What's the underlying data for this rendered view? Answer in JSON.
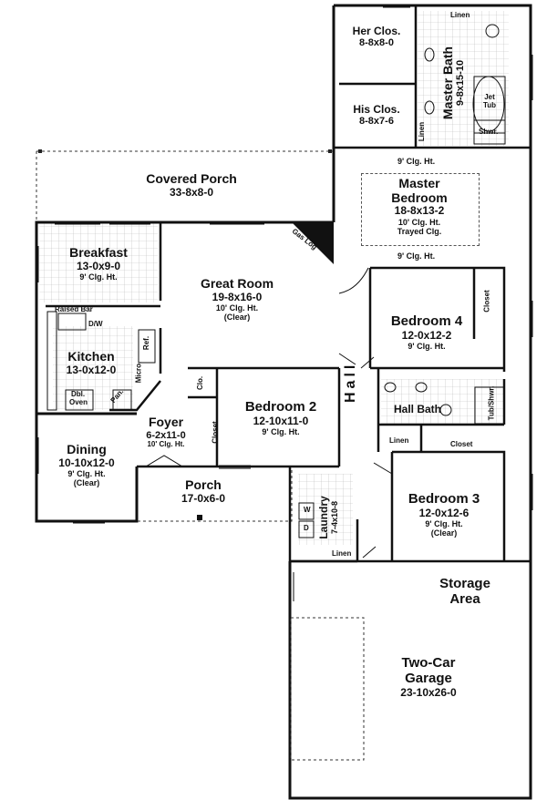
{
  "rooms": {
    "covered_porch": {
      "name": "Covered Porch",
      "dims": "33-8x8-0"
    },
    "breakfast": {
      "name": "Breakfast",
      "dims": "13-0x9-0",
      "note": "9' Clg. Ht."
    },
    "great_room": {
      "name": "Great Room",
      "dims": "19-8x16-0",
      "note": "10' Clg. Ht.",
      "note2": "(Clear)"
    },
    "master_bedroom": {
      "name1": "Master",
      "name2": "Bedroom",
      "dims": "18-8x13-2",
      "note": "10' Clg. Ht.",
      "note2": "Trayed Clg."
    },
    "her_closet": {
      "name": "Her Clos.",
      "dims": "8-8x8-0"
    },
    "his_closet": {
      "name": "His Clos.",
      "dims": "8-8x7-6"
    },
    "master_bath": {
      "name": "Master Bath",
      "dims": "9-8x15-10"
    },
    "kitchen": {
      "name": "Kitchen",
      "dims": "13-0x12-0"
    },
    "bedroom4": {
      "name": "Bedroom 4",
      "dims": "12-0x12-2",
      "note": "9' Clg. Ht."
    },
    "bedroom2": {
      "name": "Bedroom 2",
      "dims": "12-10x11-0",
      "note": "9' Clg. Ht."
    },
    "foyer": {
      "name": "Foyer",
      "dims": "6-2x11-0",
      "note": "10' Clg. Ht."
    },
    "dining": {
      "name": "Dining",
      "dims": "10-10x12-0",
      "note": "9' Clg. Ht.",
      "note2": "(Clear)"
    },
    "porch": {
      "name": "Porch",
      "dims": "17-0x6-0"
    },
    "hall_bath": {
      "name": "Hall Bath"
    },
    "bedroom3": {
      "name": "Bedroom 3",
      "dims": "12-0x12-6",
      "note": "9' Clg. Ht.",
      "note2": "(Clear)"
    },
    "laundry": {
      "name": "Laundry",
      "dims": "7-4x10-8"
    },
    "storage": {
      "name1": "Storage",
      "name2": "Area"
    },
    "garage": {
      "name1": "Two-Car",
      "name2": "Garage",
      "dims": "23-10x26-0"
    },
    "hall": {
      "name": "Hall"
    }
  },
  "labels": {
    "clg_top": "9' Clg. Ht.",
    "clg_mid": "9' Clg. Ht.",
    "linen_top": "Linen",
    "linen_bath": "Linen",
    "linen_hall": "Linen",
    "linen_laundry": "Linen",
    "jet_tub": "Jet Tub",
    "shwr": "Shwr.",
    "closet_b4": "Closet",
    "closet_b2": "Closet",
    "closet_b3": "Closet",
    "clo": "Clo.",
    "gas_log": "Gas Log",
    "raised_bar": "Raised Bar",
    "dw": "D/W",
    "ref": "Ref.",
    "micro": "Micro.",
    "dbl_oven_1": "Dbl.",
    "dbl_oven_2": "Oven",
    "pan": "Pan.",
    "tub_shwr": "Tub/Shwr.",
    "washer": "W",
    "dryer": "D"
  }
}
